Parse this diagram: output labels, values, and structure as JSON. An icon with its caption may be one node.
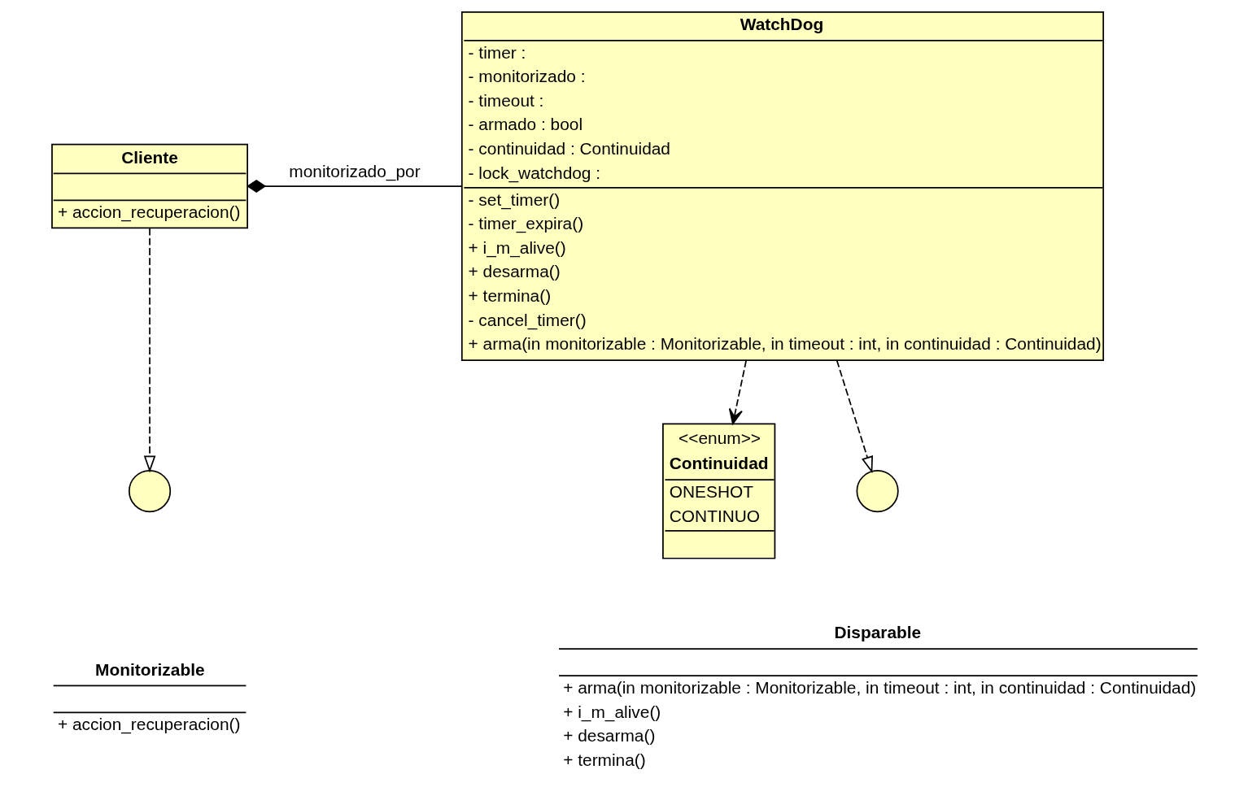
{
  "diagram": {
    "nodes": [
      {
        "text": [
          "Cliente",
          "+ accion_recuperacion()"
        ]
      },
      {
        "text": [
          "WatchDog",
          "- timer :",
          "- monitorizado :",
          "- timeout :",
          "- armado : bool",
          "- continuidad : Continuidad",
          "- lock_watchdog :",
          "- set_timer()",
          "- timer_expira()",
          "+ i_m_alive()",
          "+ desarma()",
          "+ termina()",
          "- cancel_timer()",
          "+ arma(in monitorizable : Monitorizable, in timeout : int, in continuidad : Continuidad)"
        ]
      },
      {
        "text": [],
        "shape": "circle"
      },
      {
        "text": [
          "Monitorizable",
          "+ accion_recuperacion()"
        ]
      },
      {
        "text": [
          "<<enum>>",
          "Continuidad",
          "ONESHOT",
          "CONTINUO"
        ]
      },
      {
        "text": [],
        "shape": "circle"
      },
      {
        "text": [
          "Disparable",
          "+ arma(in monitorizable : Monitorizable, in timeout : int, in continuidad : Continuidad)",
          "+ i_m_alive()",
          "+ desarma()",
          "+ termina()"
        ]
      }
    ],
    "edges": [
      {
        "from": 0,
        "to": 1,
        "arrow": "other",
        "label": "monitorizado_por"
      },
      {
        "from": 0,
        "to": 2,
        "arrow": "to",
        "style": "dashed"
      },
      {
        "from": 1,
        "to": 4,
        "arrow": "to",
        "style": "dashed"
      },
      {
        "from": 1,
        "to": 5,
        "arrow": "to",
        "style": "dashed"
      }
    ]
  }
}
